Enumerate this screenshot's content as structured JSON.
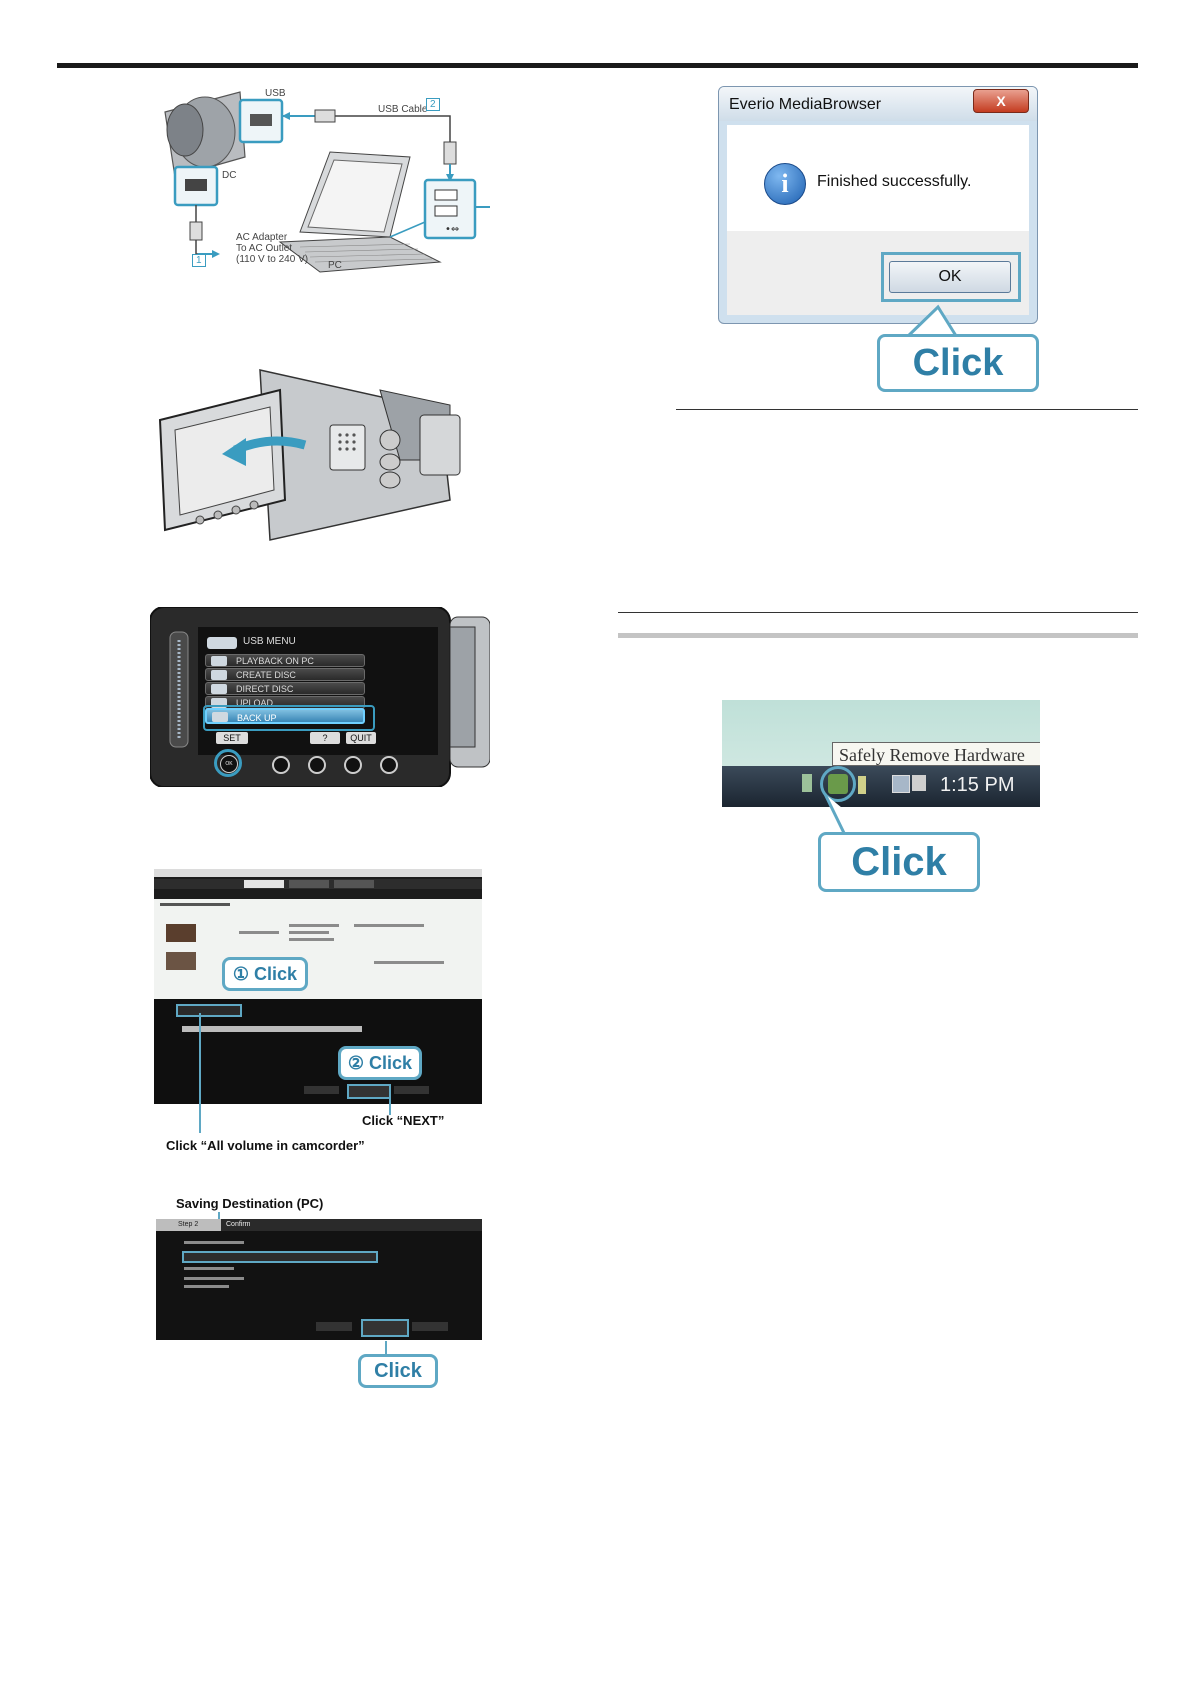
{
  "connection_figure": {
    "usb_label": "USB",
    "usb_cable_label": "USB Cable",
    "step_2": "2",
    "dc_label": "DC",
    "ac_adapter_label": "AC Adapter",
    "to_ac_outlet_label": "To AC Outlet",
    "voltage_label": "(110 V to 240 V)",
    "step_1": "1",
    "pc_label": "PC"
  },
  "camera_menu": {
    "title": "USB MENU",
    "items": [
      "PLAYBACK ON PC",
      "CREATE DISC",
      "DIRECT DISC",
      "UPLOAD",
      "BACK UP"
    ],
    "selected": "BACK UP",
    "set_label": "SET",
    "help_label": "?",
    "quit_label": "QUIT",
    "ok_label": "OK"
  },
  "backup_select": {
    "click1": "① Click",
    "click2": "② Click",
    "caption_next": "Click “NEXT”",
    "caption_all_volume": "Click “All volume in camcorder”"
  },
  "backup_confirm": {
    "saving_destination": "Saving Destination (PC)",
    "step_tab": "Step 2",
    "confirm_tab": "Confirm",
    "click": "Click"
  },
  "dialog": {
    "title": "Everio MediaBrowser",
    "message": "Finished successfully.",
    "ok_label": "OK",
    "click": "Click",
    "close_glyph": "X"
  },
  "taskbar": {
    "tooltip": "Safely Remove Hardware",
    "time": "1:15 PM",
    "click": "Click"
  }
}
